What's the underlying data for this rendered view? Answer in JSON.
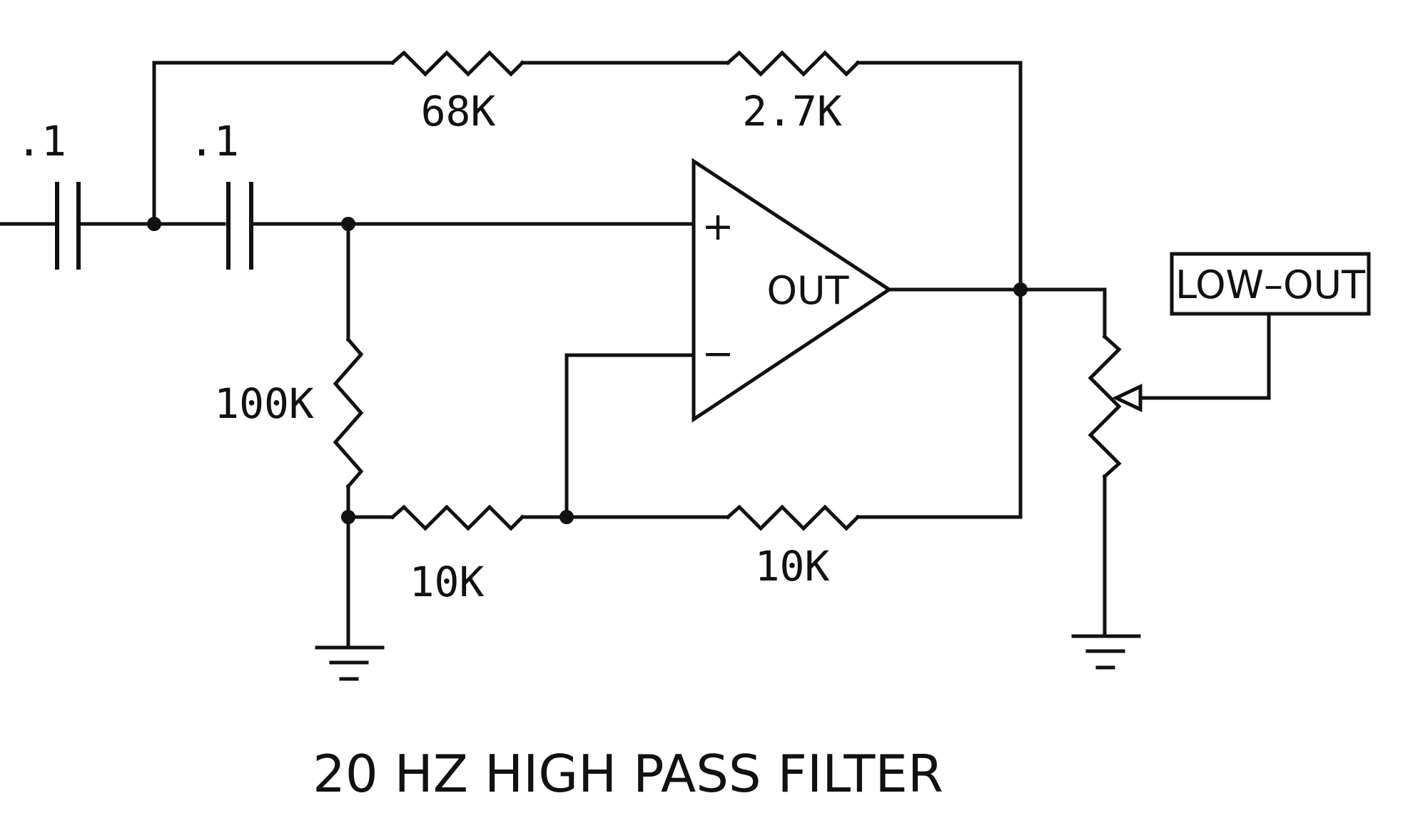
{
  "title": "20 HZ HIGH PASS FILTER",
  "components": {
    "c_input": ".1",
    "c_second": ".1",
    "r_feedback_top_1": "68K",
    "r_feedback_top_2": "2.7K",
    "r_bias": "100K",
    "r_gain_ground": "10K",
    "r_gain_feedback": "10K"
  },
  "opamp": {
    "plus": "+",
    "minus": "−",
    "out": "OUT"
  },
  "output_label": "LOW–OUT"
}
